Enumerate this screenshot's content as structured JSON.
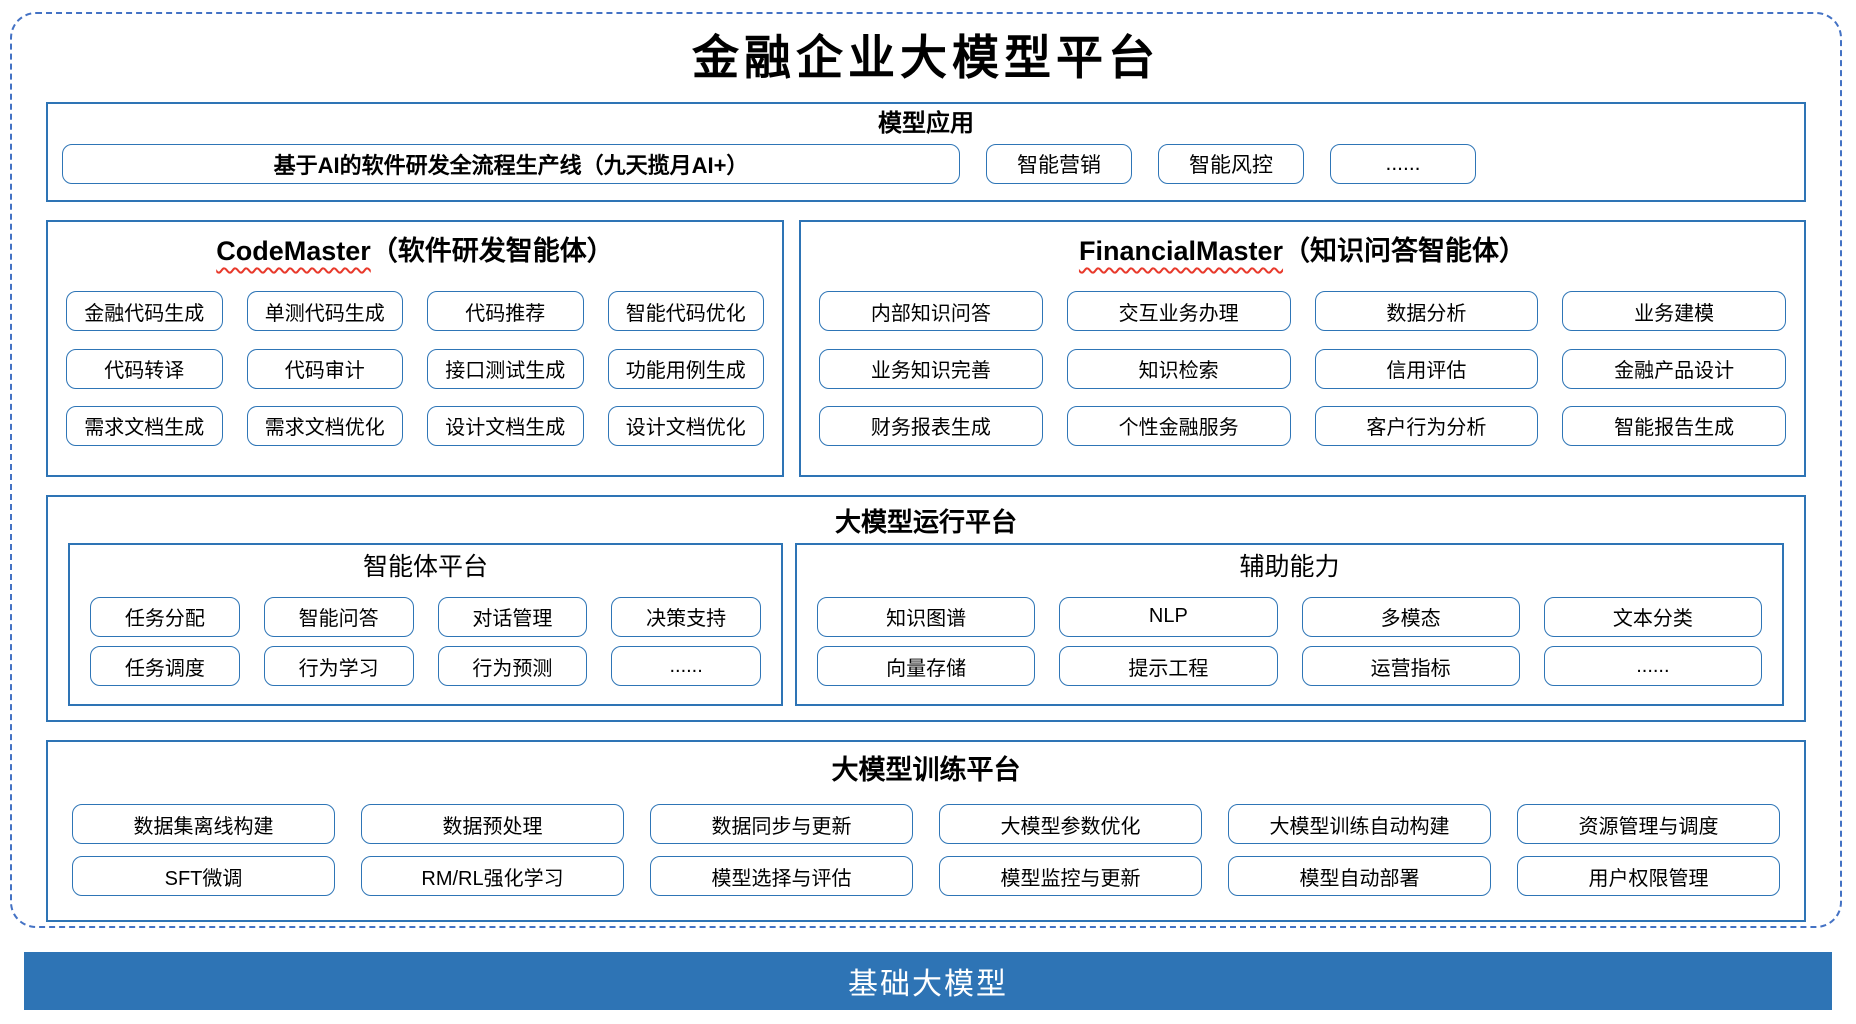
{
  "title": "金融企业大模型平台",
  "colors": {
    "section_border": "#2E74B5",
    "pill_border": "#2E75B6",
    "dashed_frame": "#4472C4",
    "spellcheck_wave": "#E8392B",
    "base_bar_bg": "#2E74B5",
    "base_bar_text": "#FFFFFF"
  },
  "model_app": {
    "header": "模型应用",
    "pipeline": "基于AI的软件研发全流程生产线（九天揽月AI+）",
    "items": [
      "智能营销",
      "智能风控",
      "......"
    ]
  },
  "code_master": {
    "title_en": "CodeMaster",
    "title_cn": "（软件研发智能体）",
    "rows": [
      [
        "金融代码生成",
        "单测代码生成",
        "代码推荐",
        "智能代码优化"
      ],
      [
        "代码转译",
        "代码审计",
        "接口测试生成",
        "功能用例生成"
      ],
      [
        "需求文档生成",
        "需求文档优化",
        "设计文档生成",
        "设计文档优化"
      ]
    ]
  },
  "financial_master": {
    "title_en": "FinancialMaster",
    "title_cn": "（知识问答智能体）",
    "rows": [
      [
        "内部知识问答",
        "交互业务办理",
        "数据分析",
        "业务建模"
      ],
      [
        "业务知识完善",
        "知识检索",
        "信用评估",
        "金融产品设计"
      ],
      [
        "财务报表生成",
        "个性金融服务",
        "客户行为分析",
        "智能报告生成"
      ]
    ]
  },
  "runtime_platform": {
    "header": "大模型运行平台",
    "agent_platform": {
      "header": "智能体平台",
      "rows": [
        [
          "任务分配",
          "智能问答",
          "对话管理",
          "决策支持"
        ],
        [
          "任务调度",
          "行为学习",
          "行为预测",
          "......"
        ]
      ]
    },
    "aux_capabilities": {
      "header": "辅助能力",
      "rows": [
        [
          "知识图谱",
          "NLP",
          "多模态",
          "文本分类"
        ],
        [
          "向量存储",
          "提示工程",
          "运营指标",
          "......"
        ]
      ]
    }
  },
  "training_platform": {
    "header": "大模型训练平台",
    "rows": [
      [
        "数据集离线构建",
        "数据预处理",
        "数据同步与更新",
        "大模型参数优化",
        "大模型训练自动构建",
        "资源管理与调度"
      ],
      [
        "SFT微调",
        "RM/RL强化学习",
        "模型选择与评估",
        "模型监控与更新",
        "模型自动部署",
        "用户权限管理"
      ]
    ]
  },
  "base_model": {
    "label": "基础大模型"
  }
}
